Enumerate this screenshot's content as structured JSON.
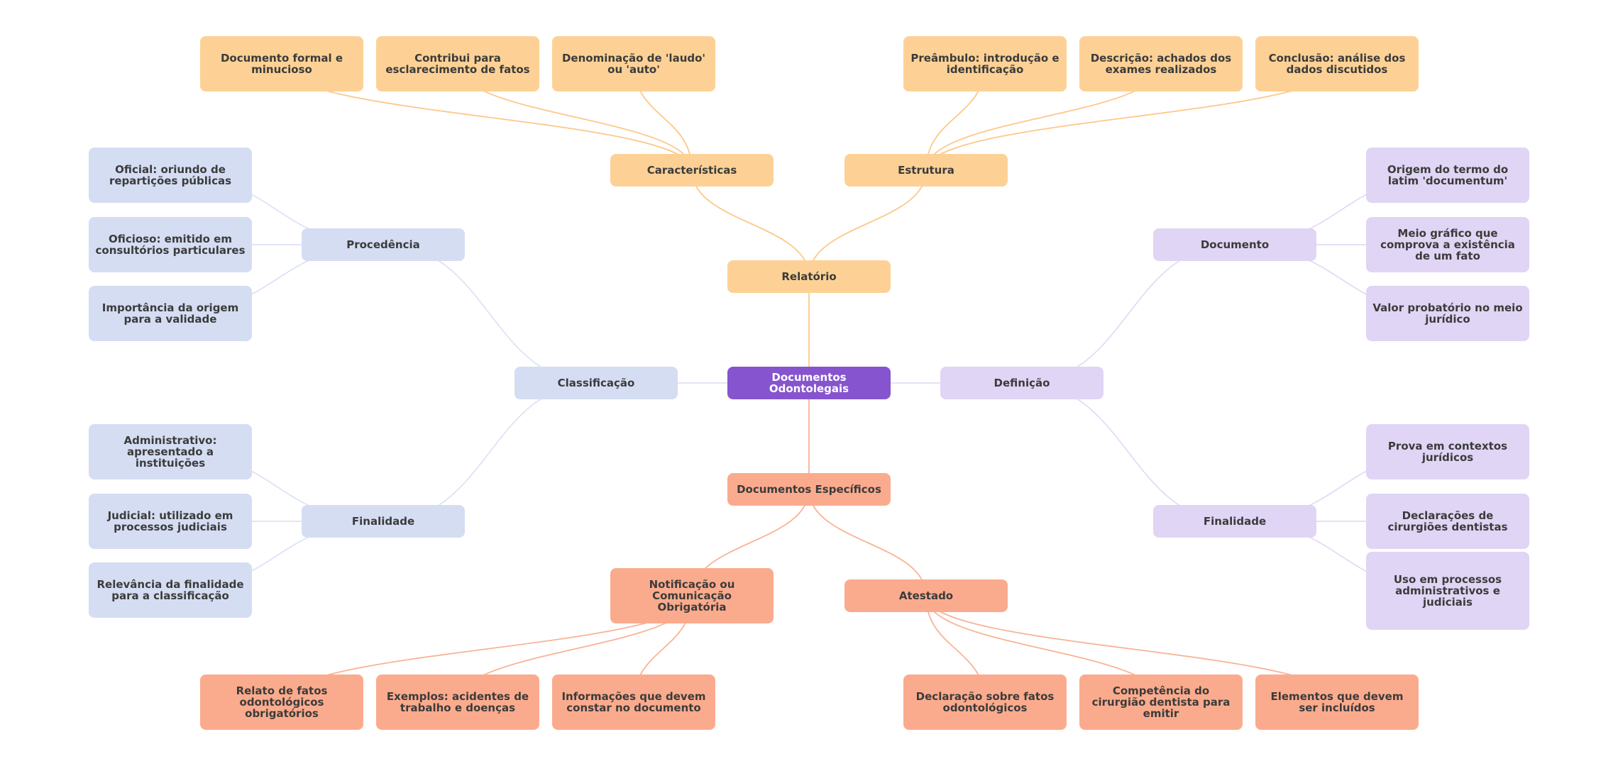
{
  "colors": {
    "root": "#8654ce",
    "relatorio": "#fdd195",
    "classificacao": "#d5ddf3",
    "definicao": "#e0d5f4",
    "especificos": "#fbab8d"
  },
  "mindmap": {
    "root": "Documentos Odontolegais",
    "relatorio": {
      "label": "Relatório",
      "caracteristicas": {
        "label": "Características",
        "items": [
          "Documento formal e minucioso",
          "Contribui para esclarecimento de fatos",
          "Denominação de 'laudo' ou 'auto'"
        ]
      },
      "estrutura": {
        "label": "Estrutura",
        "items": [
          "Preâmbulo: introdução e identificação",
          "Descrição: achados dos exames realizados",
          "Conclusão: análise dos dados discutidos"
        ]
      }
    },
    "classificacao": {
      "label": "Classificação",
      "procedencia": {
        "label": "Procedência",
        "items": [
          "Oficial: oriundo de repartições públicas",
          "Oficioso: emitido em consultórios particulares",
          "Importância da origem para a validade"
        ]
      },
      "finalidade": {
        "label": "Finalidade",
        "items": [
          "Administrativo: apresentado a instituições",
          "Judicial: utilizado em processos judiciais",
          "Relevância da finalidade para a classificação"
        ]
      }
    },
    "definicao": {
      "label": "Definição",
      "documento": {
        "label": "Documento",
        "items": [
          "Origem do termo do latim 'documentum'",
          "Meio gráfico que comprova a existência de um fato",
          "Valor probatório no meio jurídico"
        ]
      },
      "finalidade": {
        "label": "Finalidade",
        "items": [
          "Prova em contextos jurídicos",
          "Declarações de cirurgiões dentistas",
          "Uso em processos administrativos e judiciais"
        ]
      }
    },
    "especificos": {
      "label": "Documentos Específicos",
      "notificacao": {
        "label": "Notificação ou Comunicação Obrigatória",
        "items": [
          "Relato de fatos odontológicos obrigatórios",
          "Exemplos: acidentes de trabalho e doenças",
          "Informações que devem constar no documento"
        ]
      },
      "atestado": {
        "label": "Atestado",
        "items": [
          "Declaração sobre fatos odontológicos",
          "Competência do cirurgião dentista para emitir",
          "Elementos que devem ser incluídos"
        ]
      }
    }
  }
}
